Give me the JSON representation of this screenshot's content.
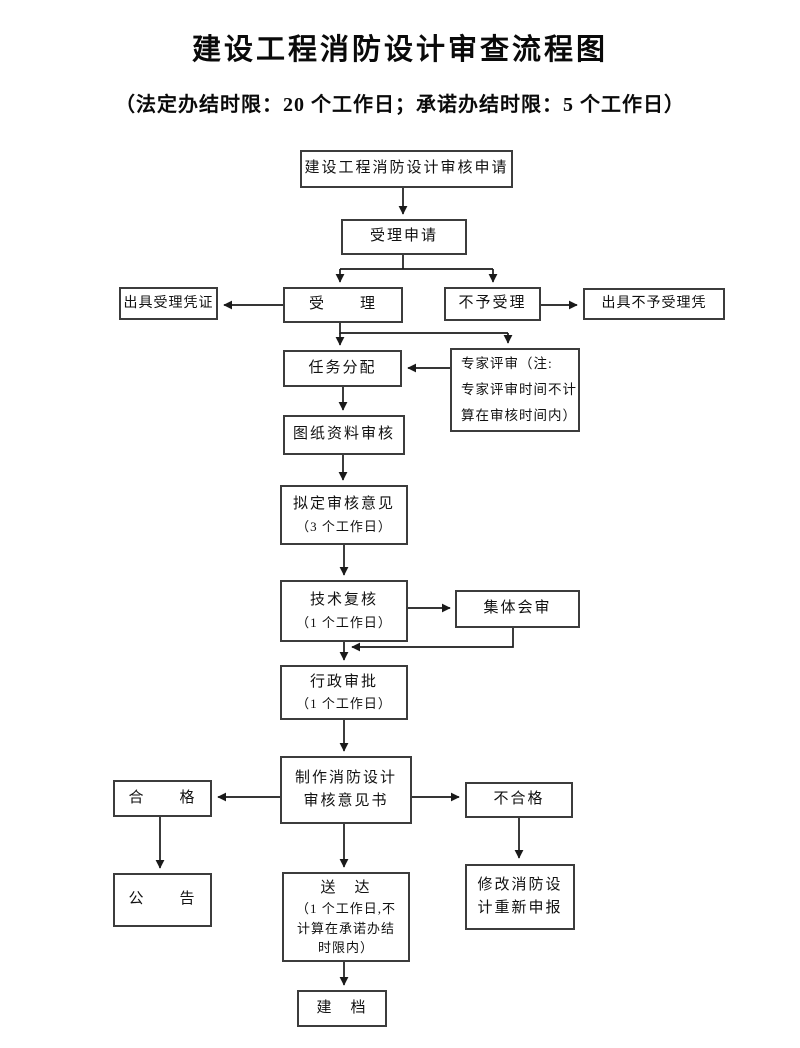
{
  "title": "建设工程消防设计审查流程图",
  "subtitle": "（法定办结时限：20 个工作日；承诺办结时限：5 个工作日）",
  "colors": {
    "background": "#ffffff",
    "box_border": "#3c3c3c",
    "connector": "#1a1a1a",
    "text": "#111111"
  },
  "nodes": {
    "apply": {
      "label": "建设工程消防设计审核申请"
    },
    "accept_application": {
      "label": "受理申请"
    },
    "accept": {
      "label": "受　　理"
    },
    "reject": {
      "label": "不予受理"
    },
    "issue_receipt": {
      "label": "出具受理凭证"
    },
    "issue_rejection": {
      "label": "出具不予受理凭"
    },
    "task_assignment": {
      "label": "任务分配"
    },
    "expert_review": {
      "lines": [
        "专家评审（注:",
        "专家评审时间不计",
        "算在审核时间内）"
      ]
    },
    "drawing_review": {
      "label": "图纸资料审核"
    },
    "draft_opinion": {
      "lines": [
        "拟定审核意见",
        "（3 个工作日）"
      ]
    },
    "technical_recheck": {
      "lines": [
        "技术复核",
        "（1 个工作日）"
      ]
    },
    "group_review": {
      "label": "集体会审"
    },
    "administrative_approval": {
      "lines": [
        "行政审批",
        "（1 个工作日）"
      ]
    },
    "make_opinion_document": {
      "lines": [
        "制作消防设计",
        "审核意见书"
      ]
    },
    "pass": {
      "label": "合　　格"
    },
    "fail": {
      "label": "不合格"
    },
    "announcement": {
      "label": "公　　告"
    },
    "delivery": {
      "lines": [
        "送　达",
        "（1 个工作日,不",
        "计算在承诺办结",
        "时限内）"
      ]
    },
    "revise_resubmit": {
      "lines": [
        "修改消防设",
        "计重新申报"
      ]
    },
    "archive": {
      "label": "建　档"
    }
  }
}
